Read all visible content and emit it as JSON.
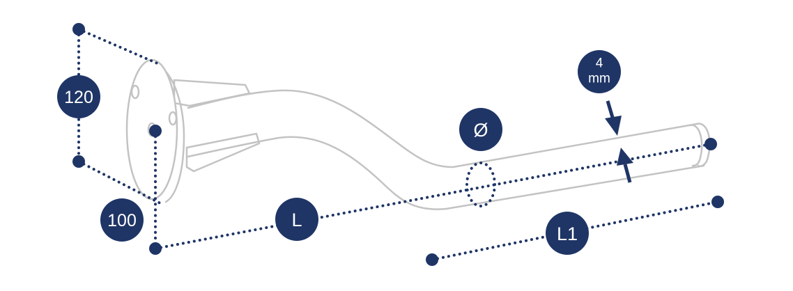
{
  "colors": {
    "accent": "#1f3566",
    "outline": "#c3c3c3",
    "background": "#ffffff"
  },
  "labels": {
    "height": "120",
    "hole_spacing": "100",
    "length": "L",
    "length_l1": "L1",
    "diameter": "Ø",
    "thickness_value": "4",
    "thickness_unit": "mm"
  }
}
